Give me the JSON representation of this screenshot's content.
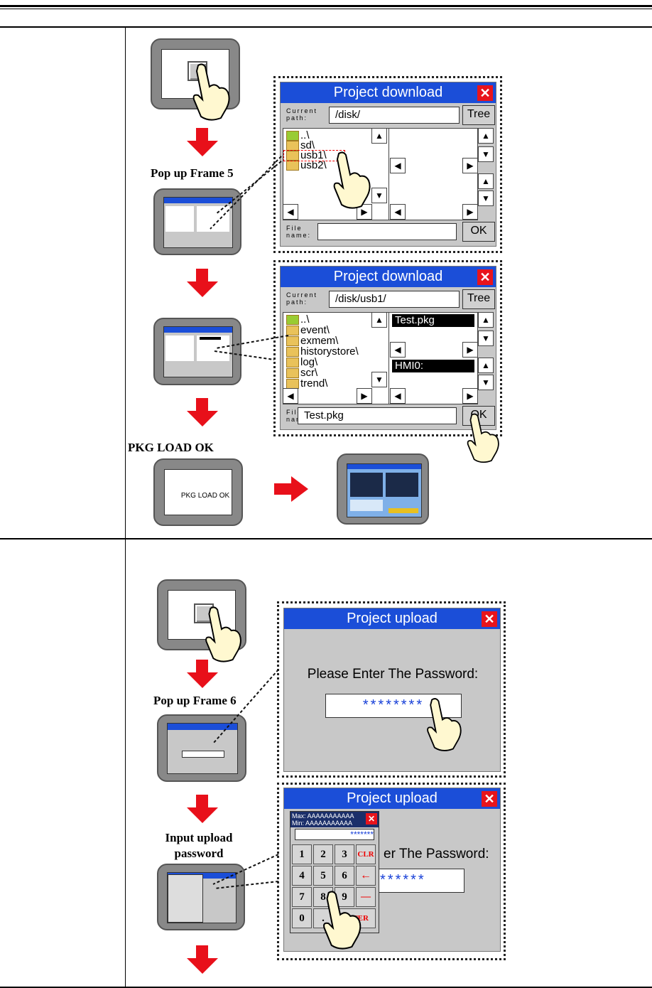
{
  "section1": {
    "pop_label": "Pop up Frame 5",
    "pkg_label": "PKG LOAD OK",
    "pkg_screen_text": "PKG LOAD OK",
    "dialog1": {
      "title": "Project download",
      "current_path_label": "Current path:",
      "path": "/disk/",
      "tree_button": "Tree",
      "items": [
        "..\\",
        "sd\\",
        "usb1\\",
        "usb2\\"
      ],
      "file_label": "File name:",
      "file_value": "",
      "ok_button": "OK"
    },
    "dialog2": {
      "title": "Project download",
      "current_path_label": "Current path:",
      "path": "/disk/usb1/",
      "tree_button": "Tree",
      "items": [
        "..\\",
        "event\\",
        "exmem\\",
        "historystore\\",
        "log\\",
        "scr\\",
        "trend\\"
      ],
      "selected_file": "Test.pkg",
      "selected_hmi": "HMI0:",
      "file_label": "File name:",
      "file_value": "Test.pkg",
      "ok_button": "OK"
    }
  },
  "section2": {
    "pop_label": "Pop up Frame 6",
    "input_label_line1": "Input upload",
    "input_label_line2": "password",
    "dialog3": {
      "title": "Project upload",
      "prompt": "Please Enter The Password:",
      "password": "********"
    },
    "dialog4": {
      "title": "Project upload",
      "prompt_partial": "er The Password:",
      "password_partial": "******",
      "keypad_max": "Max: AAAAAAAAAAA",
      "keypad_min": "Min: AAAAAAAAAAA",
      "keypad_value": "*******",
      "keys": [
        "1",
        "2",
        "3",
        "CLR",
        "4",
        "5",
        "6",
        "←",
        "7",
        "8",
        "9",
        "—",
        "0",
        ".",
        "ENTER",
        ""
      ]
    }
  },
  "colors": {
    "arrow": "#e8101a",
    "title_bar": "#1b4ed8",
    "close": "#e8141c"
  }
}
